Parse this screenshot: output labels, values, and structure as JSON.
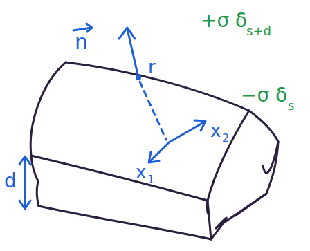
{
  "diagram": {
    "labels": [
      "n",
      "r",
      "d",
      "x",
      "1",
      "x",
      "2",
      "+σ δ",
      "s+d",
      "−σ δ",
      "s"
    ]
  }
}
